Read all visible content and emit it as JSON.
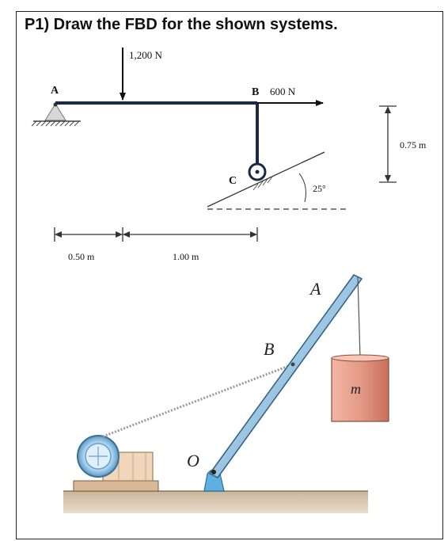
{
  "heading": "P1) Draw the FBD for the shown systems.",
  "figure1": {
    "load_top": "1,200 N",
    "point_a": "A",
    "point_b": "B",
    "load_b": "600 N",
    "point_c": "C",
    "angle": "25°",
    "height_dim": "0.75 m",
    "dim_left": "0.50 m",
    "dim_right": "1.00 m"
  },
  "figure2": {
    "point_a": "A",
    "point_b": "B",
    "point_o": "O",
    "mass": "m"
  }
}
